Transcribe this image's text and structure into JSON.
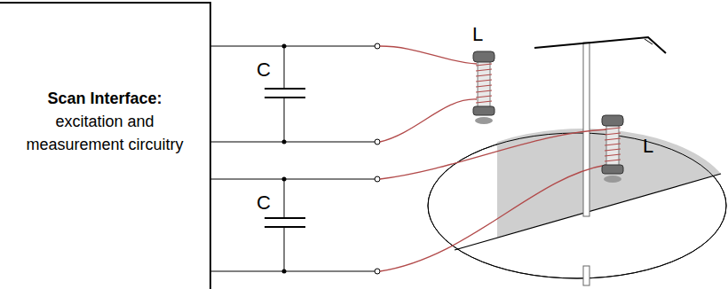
{
  "diagram": {
    "nodes": [
      {
        "text": [
          "Scan Interface:",
          "excitation and measurement circuitry"
        ]
      }
    ],
    "labels": [
      "C",
      "C",
      "L",
      "L"
    ]
  }
}
